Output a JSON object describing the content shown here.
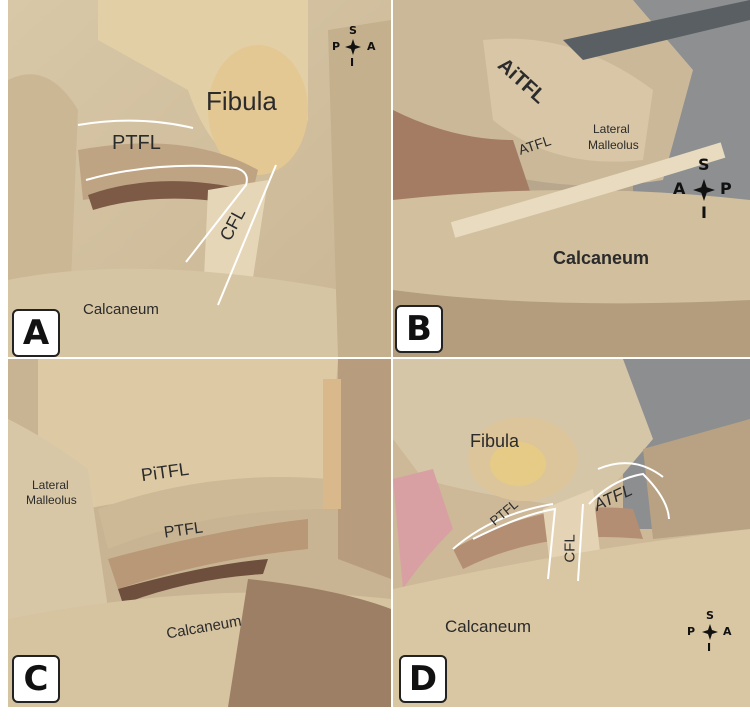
{
  "panels": {
    "a": {
      "letter": "A",
      "labels": {
        "fibula": "Fibula",
        "ptfl": "PTFL",
        "cfl": "CFL",
        "calcaneum": "Calcaneum"
      },
      "compass": {
        "top": "S",
        "left": "P",
        "right": "A",
        "bottom": "I"
      }
    },
    "b": {
      "letter": "B",
      "labels": {
        "aitfl": "AiTFL",
        "atfl": "ATFL",
        "lateral_malleolus_1": "Lateral",
        "lateral_malleolus_2": "Malleolus",
        "calcaneum": "Calcaneum"
      },
      "compass": {
        "top": "S",
        "left": "A",
        "right": "P",
        "bottom": "I"
      }
    },
    "c": {
      "letter": "C",
      "labels": {
        "lateral_malleolus_1": "Lateral",
        "lateral_malleolus_2": "Malleolus",
        "pitfl": "PiTFL",
        "ptfl": "PTFL",
        "calcaneum": "Calcaneum"
      }
    },
    "d": {
      "letter": "D",
      "labels": {
        "fibula": "Fibula",
        "ptfl": "PTFL",
        "cfl": "CFL",
        "atfl": "ATFL",
        "calcaneum": "Calcaneum"
      },
      "compass": {
        "top": "S",
        "left": "P",
        "right": "A",
        "bottom": "I"
      }
    }
  }
}
